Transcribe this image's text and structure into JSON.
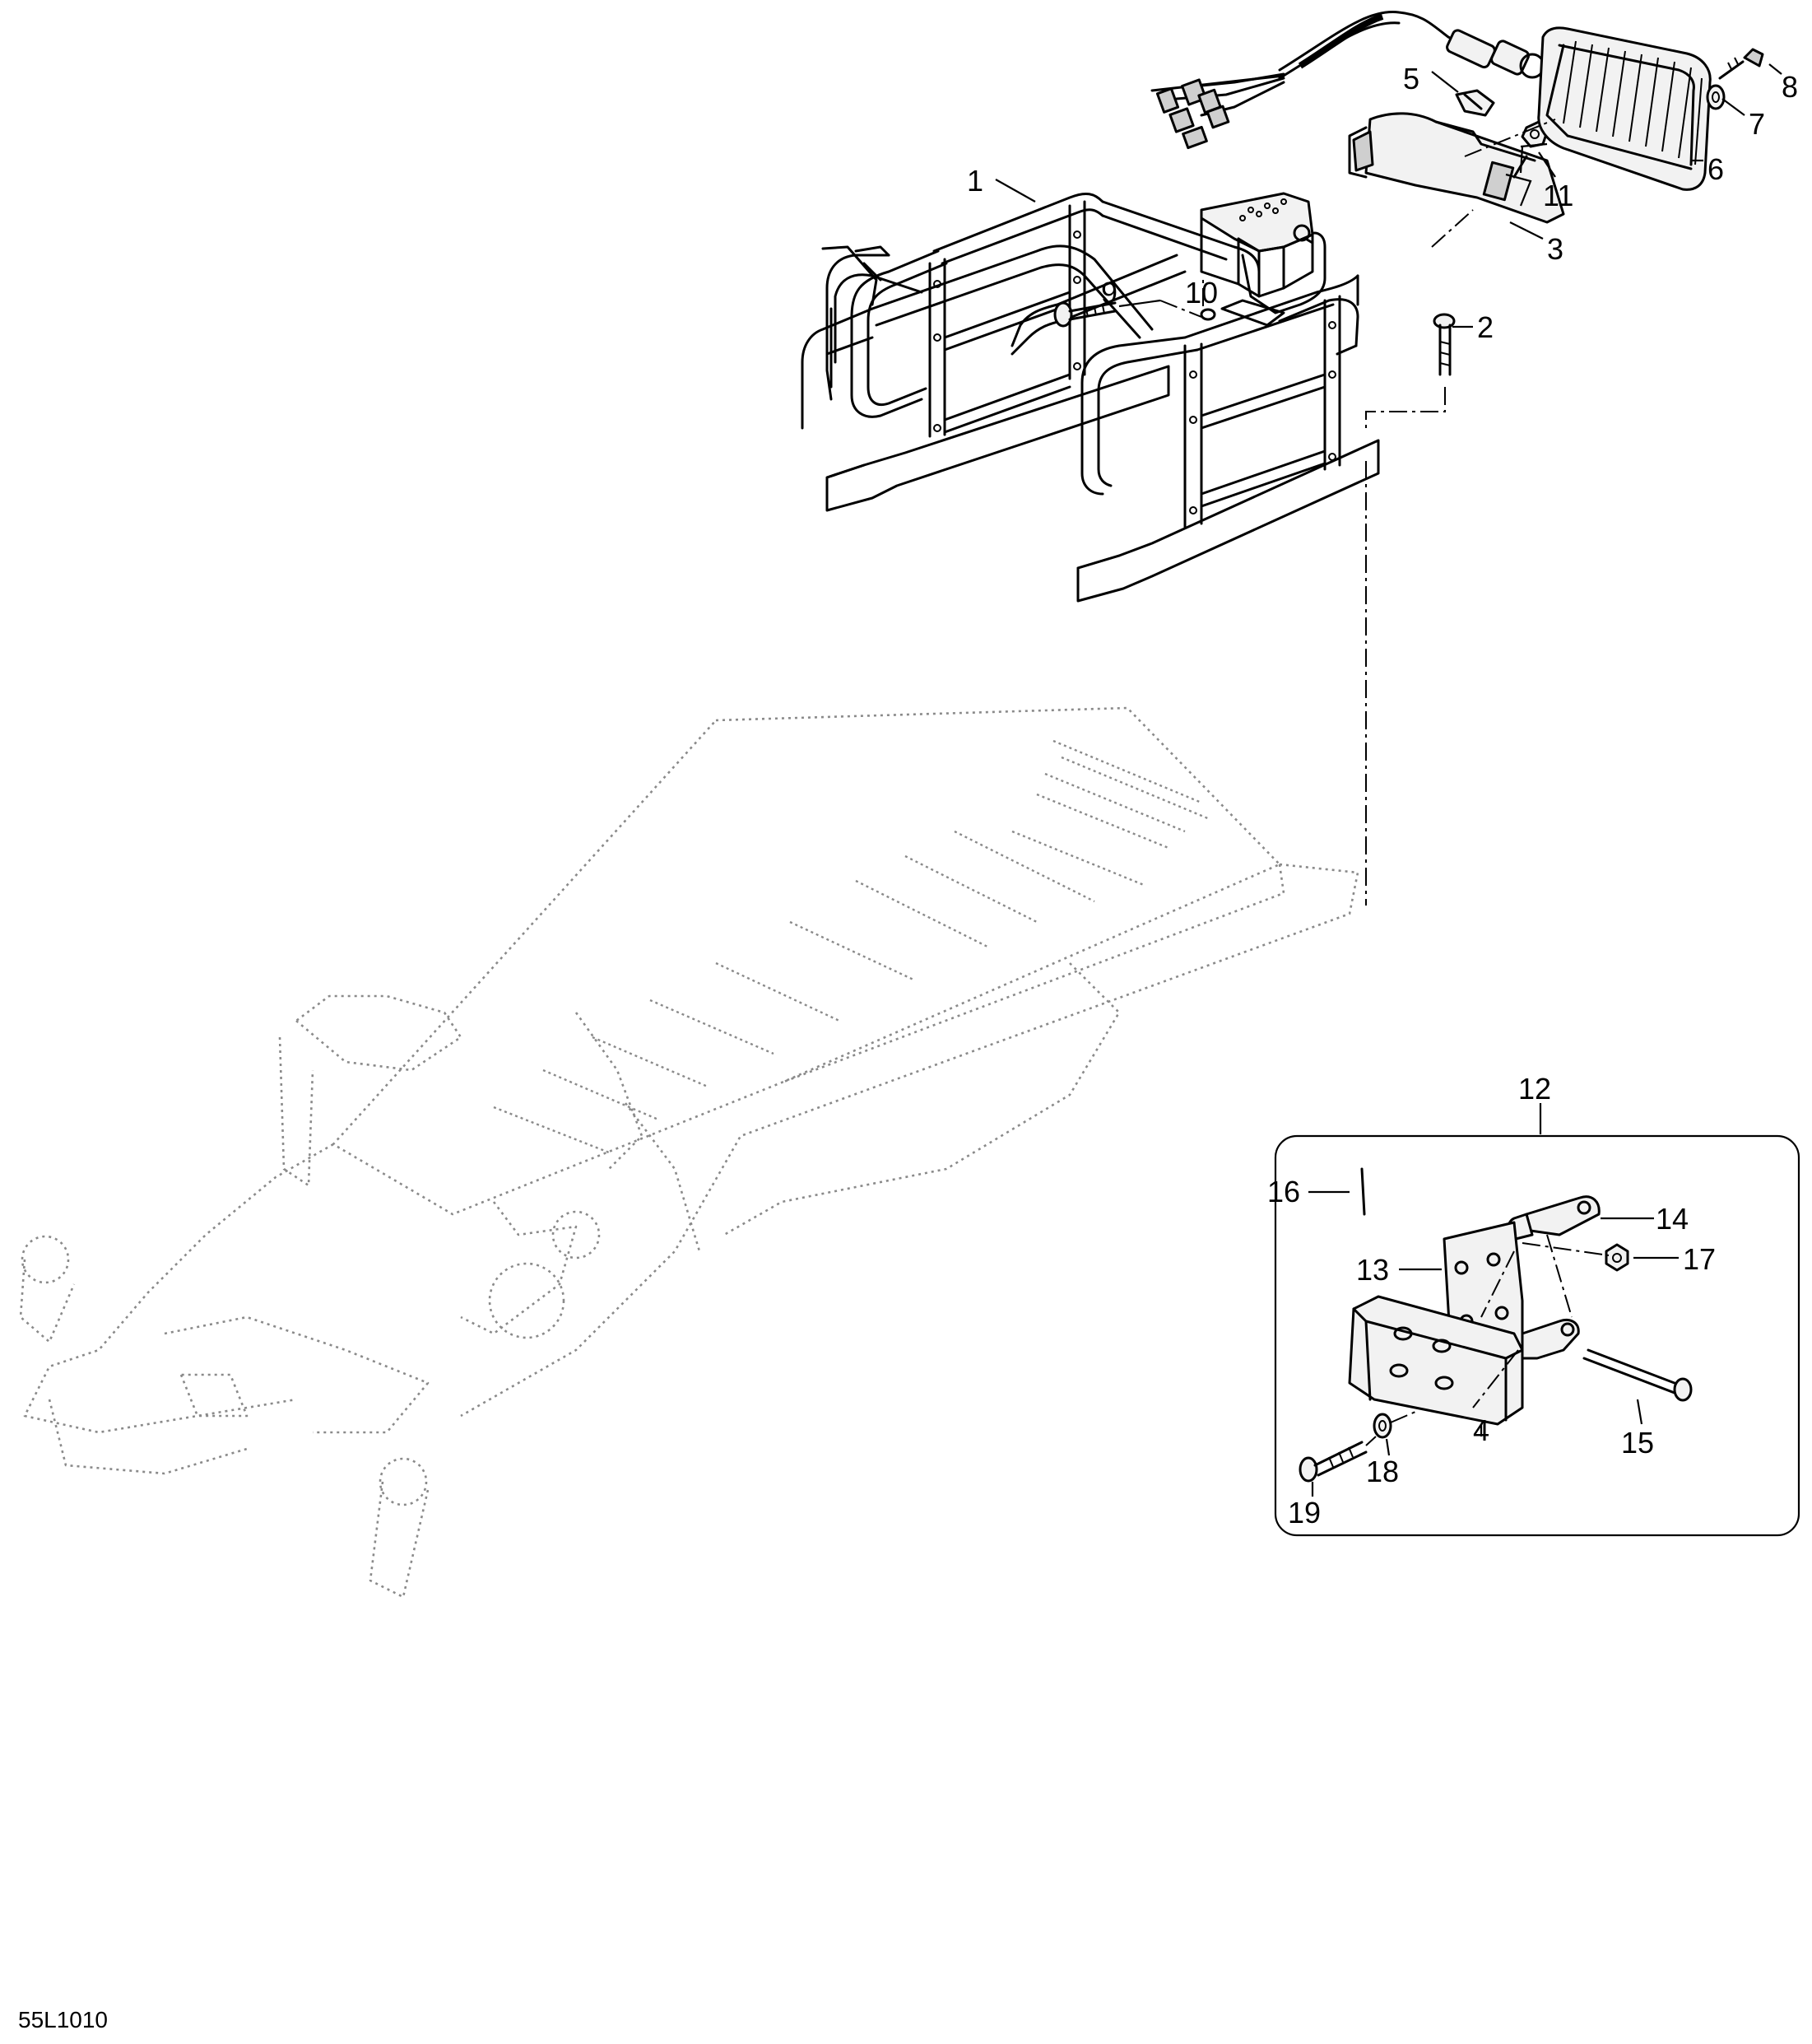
{
  "diagram_code": "55L1010",
  "kit_group_label": "12",
  "callouts": [
    "1",
    "2",
    "3",
    "4",
    "5",
    "6",
    "7",
    "8",
    "9",
    "10",
    "11",
    "13",
    "14",
    "15",
    "16",
    "17",
    "18",
    "19"
  ]
}
